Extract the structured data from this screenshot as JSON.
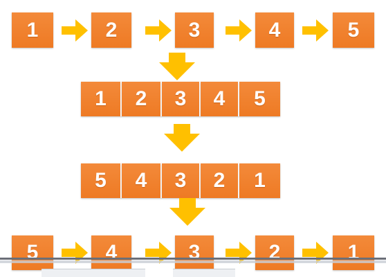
{
  "rows": {
    "top": [
      "1",
      "2",
      "3",
      "4",
      "5"
    ],
    "middle_forward": [
      "1",
      "2",
      "3",
      "4",
      "5"
    ],
    "middle_reversed": [
      "5",
      "4",
      "3",
      "2",
      "1"
    ],
    "bottom": [
      "5",
      "4",
      "3",
      "2",
      "1"
    ]
  },
  "colors": {
    "box": "#f07f2c",
    "arrow": "#ffc000",
    "text": "#ffffff"
  },
  "icons": {
    "right_arrow": "arrow-right-icon",
    "down_arrow": "arrow-down-icon"
  }
}
